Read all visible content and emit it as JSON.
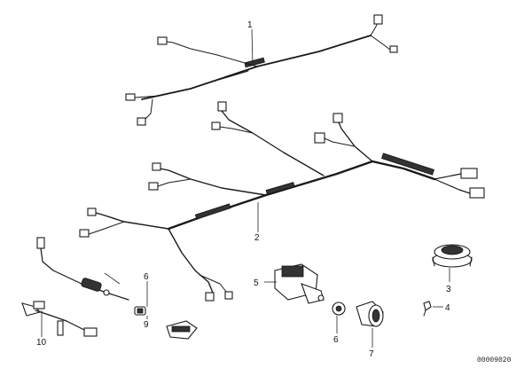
{
  "callouts": {
    "c1": "1",
    "c2": "2",
    "c3": "3",
    "c4": "4",
    "c5": "5",
    "c6a": "6",
    "c6b": "6",
    "c7": "7",
    "c9": "9",
    "c10": "10"
  },
  "part_number": "00009020"
}
